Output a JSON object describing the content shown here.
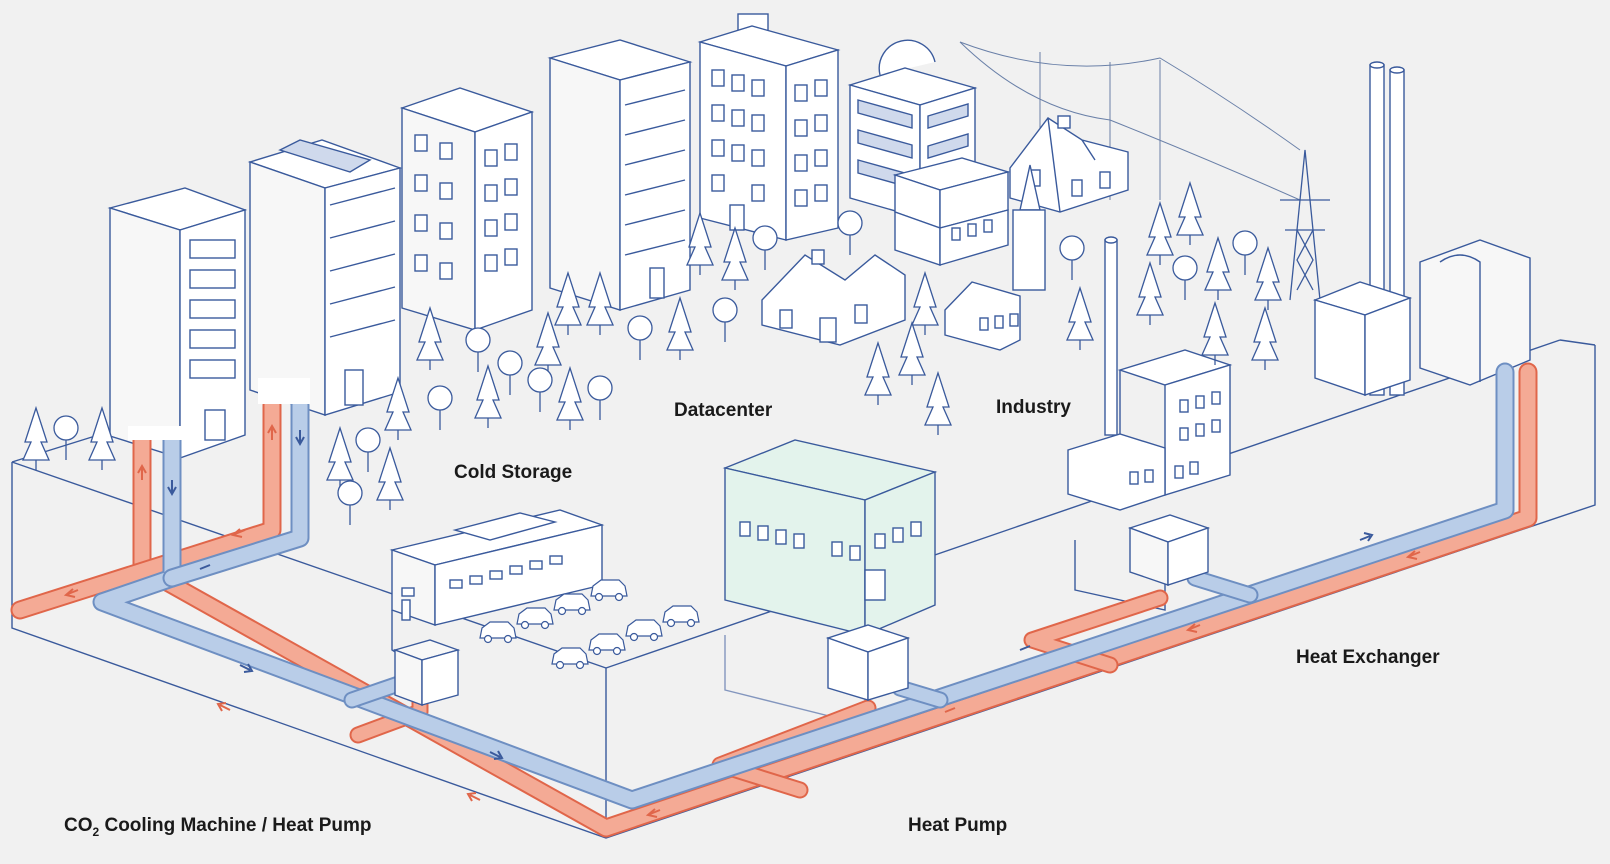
{
  "labels": {
    "datacenter": "Datacenter",
    "industry": "Industry",
    "cold_storage": "Cold Storage",
    "heat_exchanger": "Heat Exchanger",
    "heat_pump": "Heat Pump",
    "co2_machine_prefix": "CO",
    "co2_machine_sub": "2",
    "co2_machine_suffix": " Cooling Machine / Heat Pump"
  },
  "colors": {
    "background": "#f1f1f1",
    "line": "#3a5a9c",
    "building_fill": "#f7f7f7",
    "heat_pump_building_fill": "#e3f3ec",
    "pipe_hot": "#f4aa95",
    "pipe_hot_stroke": "#e0664a",
    "pipe_cold": "#b9cde8",
    "pipe_cold_stroke": "#6e8fc2"
  }
}
